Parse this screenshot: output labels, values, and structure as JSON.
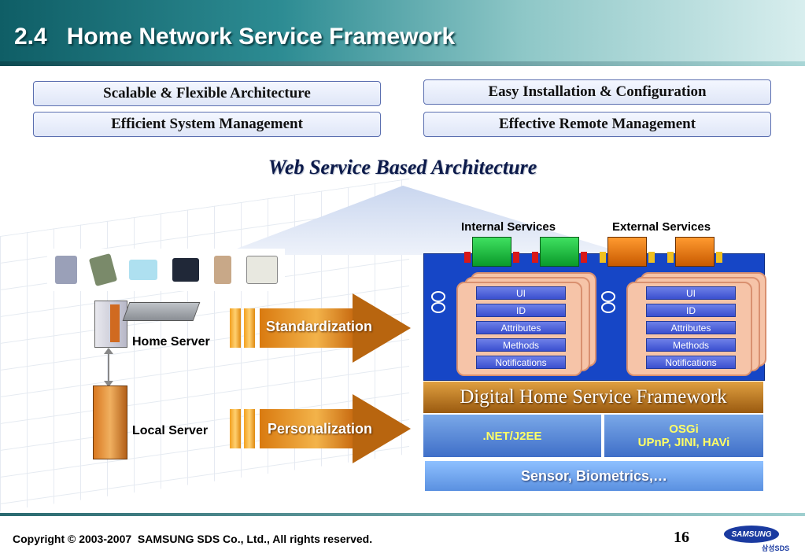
{
  "header": {
    "title": "2.4   Home Network Service Framework"
  },
  "features": {
    "scalable": "Scalable & Flexible Architecture",
    "easy_install": "Easy Installation & Configuration",
    "efficient_mgmt": "Efficient System Management",
    "remote_mgmt": "Effective Remote Management"
  },
  "heading": "Web Service Based Architecture",
  "servers": {
    "home": "Home Server",
    "local": "Local Server"
  },
  "arrows": {
    "standardization": "Standardization",
    "personalization": "Personalization"
  },
  "services": {
    "internal": "Internal Services",
    "external": "External Services"
  },
  "service_fields": [
    "UI",
    "ID",
    "Attributes",
    "Methods",
    "Notifications"
  ],
  "framework": {
    "title": "Digital Home Service Framework",
    "net": ".NET/J2EE",
    "osgi_line1": "OSGi",
    "osgi_line2": "UPnP, JINI, HAVi",
    "sensor": "Sensor, Biometrics,…"
  },
  "footer": {
    "copyright": "Copyright © 2003-2007  SAMSUNG SDS Co., Ltd., All rights reserved.",
    "page": "16",
    "logo": "SAMSUNG",
    "logo_sub": "삼성SDS"
  },
  "colors": {
    "panel_blue": "#1646c6",
    "arrow_orange": "#d97a10",
    "header_teal": "#0f5e66"
  }
}
